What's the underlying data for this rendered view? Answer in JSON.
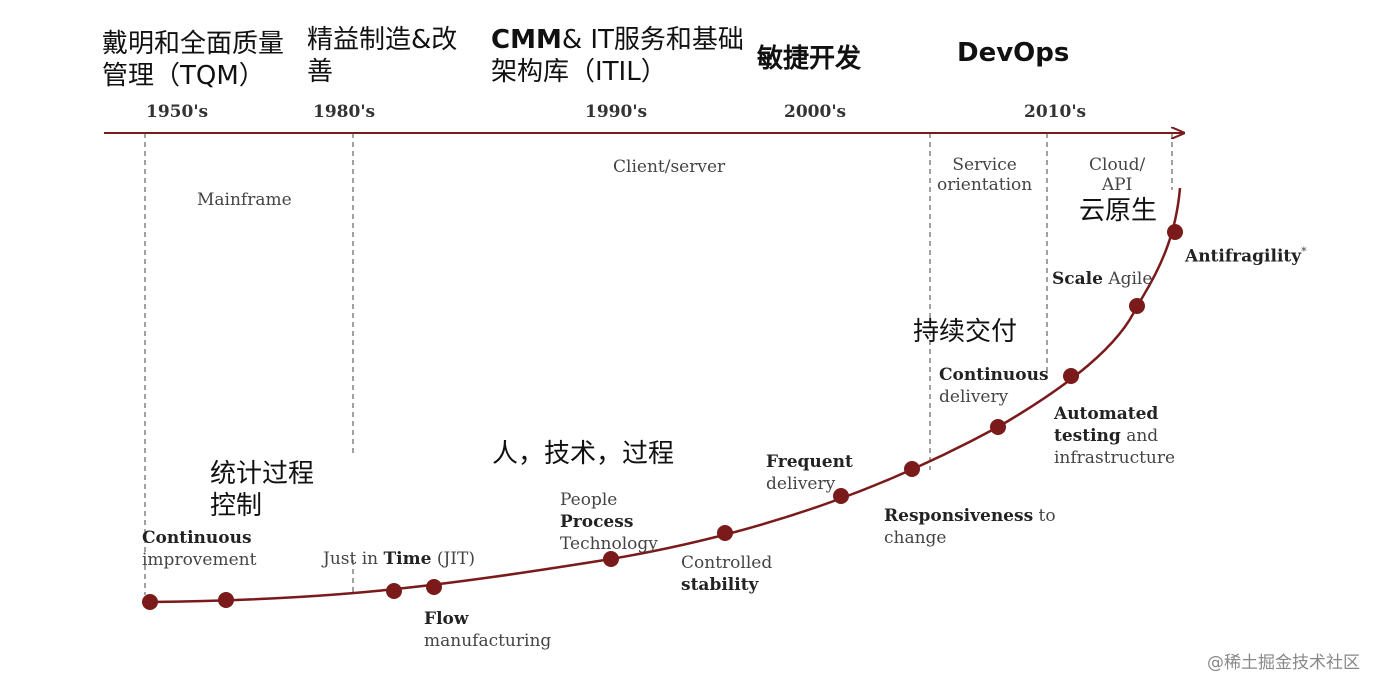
{
  "top_labels": {
    "tqm": [
      "戴明和全面质量",
      "管理（TQM）"
    ],
    "lean": [
      "精益制造&改",
      "善"
    ],
    "cmm_prefix": "CMM",
    "cmm_rest": "& IT服务和基础",
    "cmm_line2": "架构库（ITIL）",
    "agile": "敏捷开发",
    "devops": "DevOps"
  },
  "decades": [
    "1950's",
    "1980's",
    "1990's",
    "2000's",
    "2010's"
  ],
  "eras": {
    "mainframe": "Mainframe",
    "client_server": "Client/server",
    "service": [
      "Service",
      "orientation"
    ],
    "cloud": [
      "Cloud/",
      "API"
    ]
  },
  "cn_annotations": {
    "cloud_native": "云原生",
    "continuous_delivery": "持续交付",
    "people_tech_process": "人，技术，过程",
    "spc": [
      "统计过程",
      "控制"
    ]
  },
  "milestones": {
    "continuous_improvement": {
      "bold": "Continuous",
      "rest": "improvement"
    },
    "jit": {
      "pre": "Just in ",
      "bold": "Time",
      "post": " (JIT)"
    },
    "flow": {
      "bold": "Flow",
      "rest": "manufacturing"
    },
    "ppt": {
      "line1": "People",
      "bold": "Process",
      "line3": "Technology"
    },
    "controlled_stability": {
      "line1": "Controlled",
      "bold": "stability"
    },
    "frequent_delivery": {
      "bold": "Frequent",
      "rest": "delivery"
    },
    "responsiveness": {
      "bold": "Responsiveness",
      "post": " to",
      "rest": "change"
    },
    "continuous_delivery": {
      "bold": "Continuous",
      "rest": "delivery"
    },
    "automated_testing": {
      "bold1": "Automated",
      "bold2": "testing",
      "post": " and",
      "rest": "infrastructure"
    },
    "scale_agile": {
      "bold": "Scale",
      "post": " Agile"
    },
    "antifragility": {
      "bold": "Antifragility",
      "sup": "*"
    }
  },
  "watermark": "@稀土掘金技术社区",
  "colors": {
    "curve": "#7a1a1a",
    "dot": "#7a1a1a",
    "axis": "#7a1a1a"
  }
}
